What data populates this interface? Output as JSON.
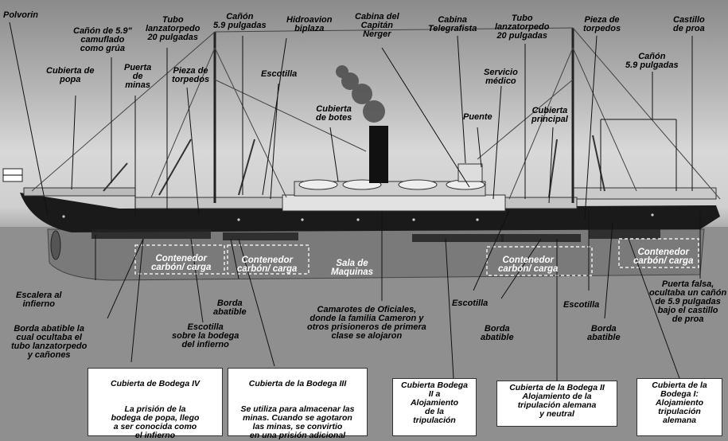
{
  "labels": {
    "polvorin": "Polvorin",
    "canon_camuflado": "Cañón de 5.9\"\ncamuflado\ncomo grúa",
    "tubo_popa": "Tubo\nlanzatorpedo\n20 pulgadas",
    "canon_popa": "Cañón\n5.9 pulgadas",
    "hidroavion": "Hidroavion\nbiplaza",
    "cabina_capitan": "Cabina del\nCapitán\nNerger",
    "cabina_telegrafista": "Cabina\nTelegrafista",
    "tubo_proa": "Tubo\nlanzatorpedo\n20 pulgadas",
    "pieza_torpedos_proa": "Pieza de\ntorpedos",
    "castillo": "Castillo\nde proa",
    "cubierta_popa": "Cubierta de\npopa",
    "puerta_minas": "Puerta\nde\nminas",
    "pieza_torpedos_popa": "Pieza de\ntorpedos",
    "escotilla_top": "Escotilla",
    "servicio_medico": "Servicio\nmédico",
    "canon_proa": "Cañón\n5.9 pulgadas",
    "cubierta_botes": "Cubierta\nde botes",
    "puente": "Puente",
    "cubierta_principal": "Cubierta\nprincipal",
    "contenedor_1": "Contenedor\ncarbón/ carga",
    "contenedor_2": "Contenedor\ncarbón/ carga",
    "sala_maquinas": "Sala de\nMaquinas",
    "contenedor_3": "Contenedor\ncarbón/ carga",
    "contenedor_4": "Contenedor\ncarbón/ carga",
    "escalera_infierno": "Escalera al\ninfierno",
    "borda_abatible_1": "Borda\nabatible",
    "camarotes": "Camarotes de Oficiales,\ndonde la familia Cameron y\notros prisioneros de primera\nclase se alojaron",
    "escotilla_1": "Escotilla",
    "escotilla_2": "Escotilla",
    "puerta_falsa": "Puerta falsa,\nocultaba un cañón\nde 5.9 pulgadas\nbajo el castillo\nde proa",
    "borda_tubo": "Borda abatible la\ncual ocultaba el\ntubo lanzatorpedo\ny cañones",
    "escotilla_bodega": "Escotilla\nsobre la bodega\ndel infierno",
    "borda_abatible_2": "Borda\nabatible",
    "borda_abatible_3": "Borda\nabatible"
  },
  "boxes": {
    "bodega_iv_title": "Cubierta de Bodega IV",
    "bodega_iv_body": "La prisión de la\nbodega de popa, llego\na ser conocida como\nel infierno",
    "bodega_iii_title": "Cubierta de la Bodega III",
    "bodega_iii_body": "Se utiliza para almacenar las\nminas. Cuando se agotaron\nlas minas, se convirtio\nen una prisión adicional",
    "bodega_ii_a": "Cubierta Bodega\nII a\nAlojamiento\nde la\ntripulación",
    "bodega_ii_b": "Cubierta de la Bodega II\nAlojamiento de la\ntripulación alemana\ny neutral",
    "bodega_i": "Cubierta de la\nBodega I:\nAlojamiento\ntripulación\nalemana"
  },
  "colors": {
    "hull": "#1a1a1a",
    "underwater": "#777777",
    "superstructure": "#d9d9d9"
  }
}
